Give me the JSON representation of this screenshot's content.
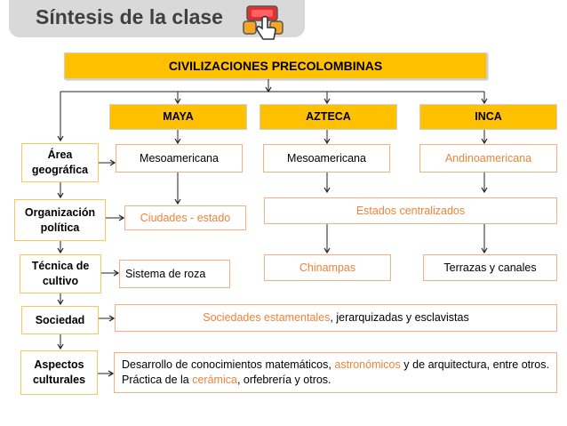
{
  "header": {
    "title": "Síntesis de la clase",
    "icon": "hand-click-icon"
  },
  "main_title": "CIVILIZACIONES PRECOLOMBINAS",
  "civilizations": [
    "MAYA",
    "AZTECA",
    "INCA"
  ],
  "rows": {
    "area": {
      "label": "Área geográfica",
      "maya": "Mesoamericana",
      "azteca": "Mesoamericana",
      "inca": "Andinoamericana"
    },
    "organizacion": {
      "label": "Organización política",
      "maya": "Ciudades - estado",
      "azteca_inca": "Estados centralizados"
    },
    "tecnica": {
      "label": "Técnica de cultivo",
      "maya": "Sistema de roza",
      "azteca": "Chinampas",
      "inca": "Terrazas y canales"
    },
    "sociedad": {
      "label": "Sociedad",
      "highlight": "Sociedades estamentales",
      "rest": ", jerarquizadas y esclavistas"
    },
    "aspectos": {
      "label": "Aspectos culturales",
      "part1": "Desarrollo de conocimientos matemáticos, ",
      "highlight1": "astronómicos",
      "part2": " y de arquitectura, entre otros. Práctica de la ",
      "highlight2": "cerámica",
      "part3": ", orfebrería y otros."
    }
  },
  "colors": {
    "yellow": "#ffc000",
    "orange_text": "#f0833a",
    "title_bg": "#d9d9d9",
    "border_orange": "#f5b085"
  }
}
